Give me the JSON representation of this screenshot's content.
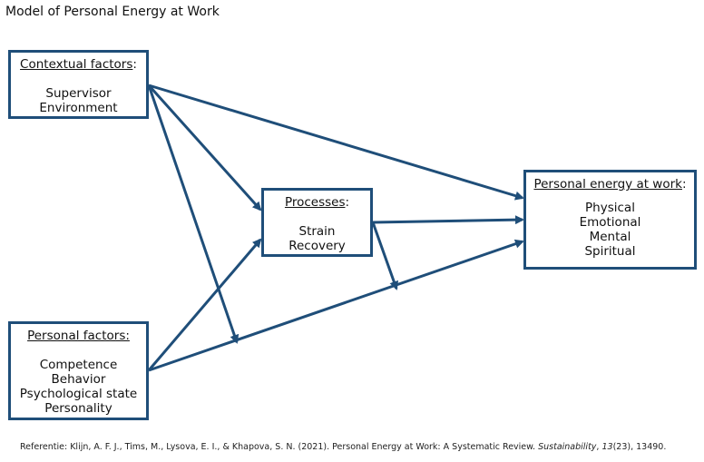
{
  "title": "Model of Personal Energy at Work",
  "boxes": {
    "contextual": {
      "heading": "Contextual factors",
      "suffix": ":",
      "items": [
        "Supervisor",
        "Environment"
      ]
    },
    "processes": {
      "heading": "Processes",
      "suffix": ":",
      "items": [
        "Strain",
        "Recovery"
      ]
    },
    "personal_energy": {
      "heading": "Personal energy at work",
      "suffix": ":",
      "items": [
        "Physical",
        "Emotional",
        "Mental",
        "Spiritual"
      ]
    },
    "personal_factors": {
      "heading": "Personal factors:",
      "suffix": "",
      "items": [
        "Competence",
        "Behavior",
        "Psychological state",
        "Personality"
      ]
    }
  },
  "reference": {
    "before": "Referentie: Klijn, A. F. J., Tims, M., Lysova, E. I., & Khapova, S. N. (2021). Personal Energy at Work: A Systematic Review. ",
    "journal": "Sustainability",
    "comma": ", ",
    "volume": "13",
    "after": "(23), 13490."
  },
  "colors": {
    "box_border": "#1f4e79",
    "arrow": "#1f4e79"
  }
}
